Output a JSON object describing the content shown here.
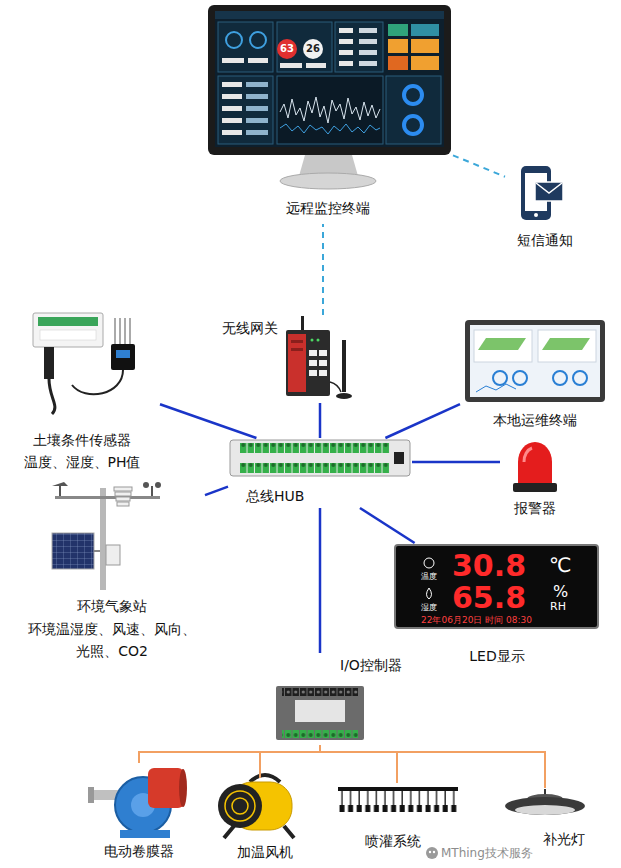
{
  "diagram": {
    "nodes": [
      {
        "text": [
          "远程监控终端"
        ]
      },
      {
        "text": [
          "短信通知"
        ]
      },
      {
        "text": [
          "无线网关"
        ]
      },
      {
        "text": [
          "土壤条件传感器",
          "温度、湿度、PH值"
        ]
      },
      {
        "text": [
          "本地运维终端"
        ]
      },
      {
        "text": [
          "总线HUB"
        ]
      },
      {
        "text": [
          "报警器"
        ]
      },
      {
        "text": [
          "环境气象站",
          "环境温湿度、风速、风向、 光照、CO2"
        ]
      },
      {
        "text": [
          "LED显示"
        ]
      },
      {
        "text": [
          "I/O控制器"
        ]
      },
      {
        "text": [
          "电动卷膜器"
        ]
      },
      {
        "text": [
          "加温风机"
        ]
      },
      {
        "text": [
          "喷灌系统"
        ]
      },
      {
        "text": [
          "补光灯"
        ]
      }
    ],
    "edges": [
      {
        "from": 0,
        "to": 1,
        "arrow": "none"
      },
      {
        "from": 2,
        "to": 0,
        "arrow": "none"
      },
      {
        "from": 5,
        "to": 3,
        "arrow": "none"
      },
      {
        "from": 5,
        "to": 2,
        "arrow": "none"
      },
      {
        "from": 5,
        "to": 4,
        "arrow": "none"
      },
      {
        "from": 5,
        "to": 6,
        "arrow": "none"
      },
      {
        "from": 5,
        "to": 7,
        "arrow": "none"
      },
      {
        "from": 5,
        "to": 8,
        "arrow": "none"
      },
      {
        "from": 5,
        "to": 9,
        "arrow": "none"
      },
      {
        "from": 9,
        "to": 10,
        "arrow": "none"
      },
      {
        "from": 9,
        "to": 11,
        "arrow": "none"
      },
      {
        "from": 9,
        "to": 12,
        "arrow": "none"
      },
      {
        "from": 9,
        "to": 13,
        "arrow": "none"
      }
    ],
    "labels": [
      "63",
      "26",
      "30.8",
      "℃",
      "65.8",
      "%",
      "RH",
      "温度",
      "湿度",
      "22年06月20日 时间 08:30",
      "MThing技术服务"
    ]
  }
}
